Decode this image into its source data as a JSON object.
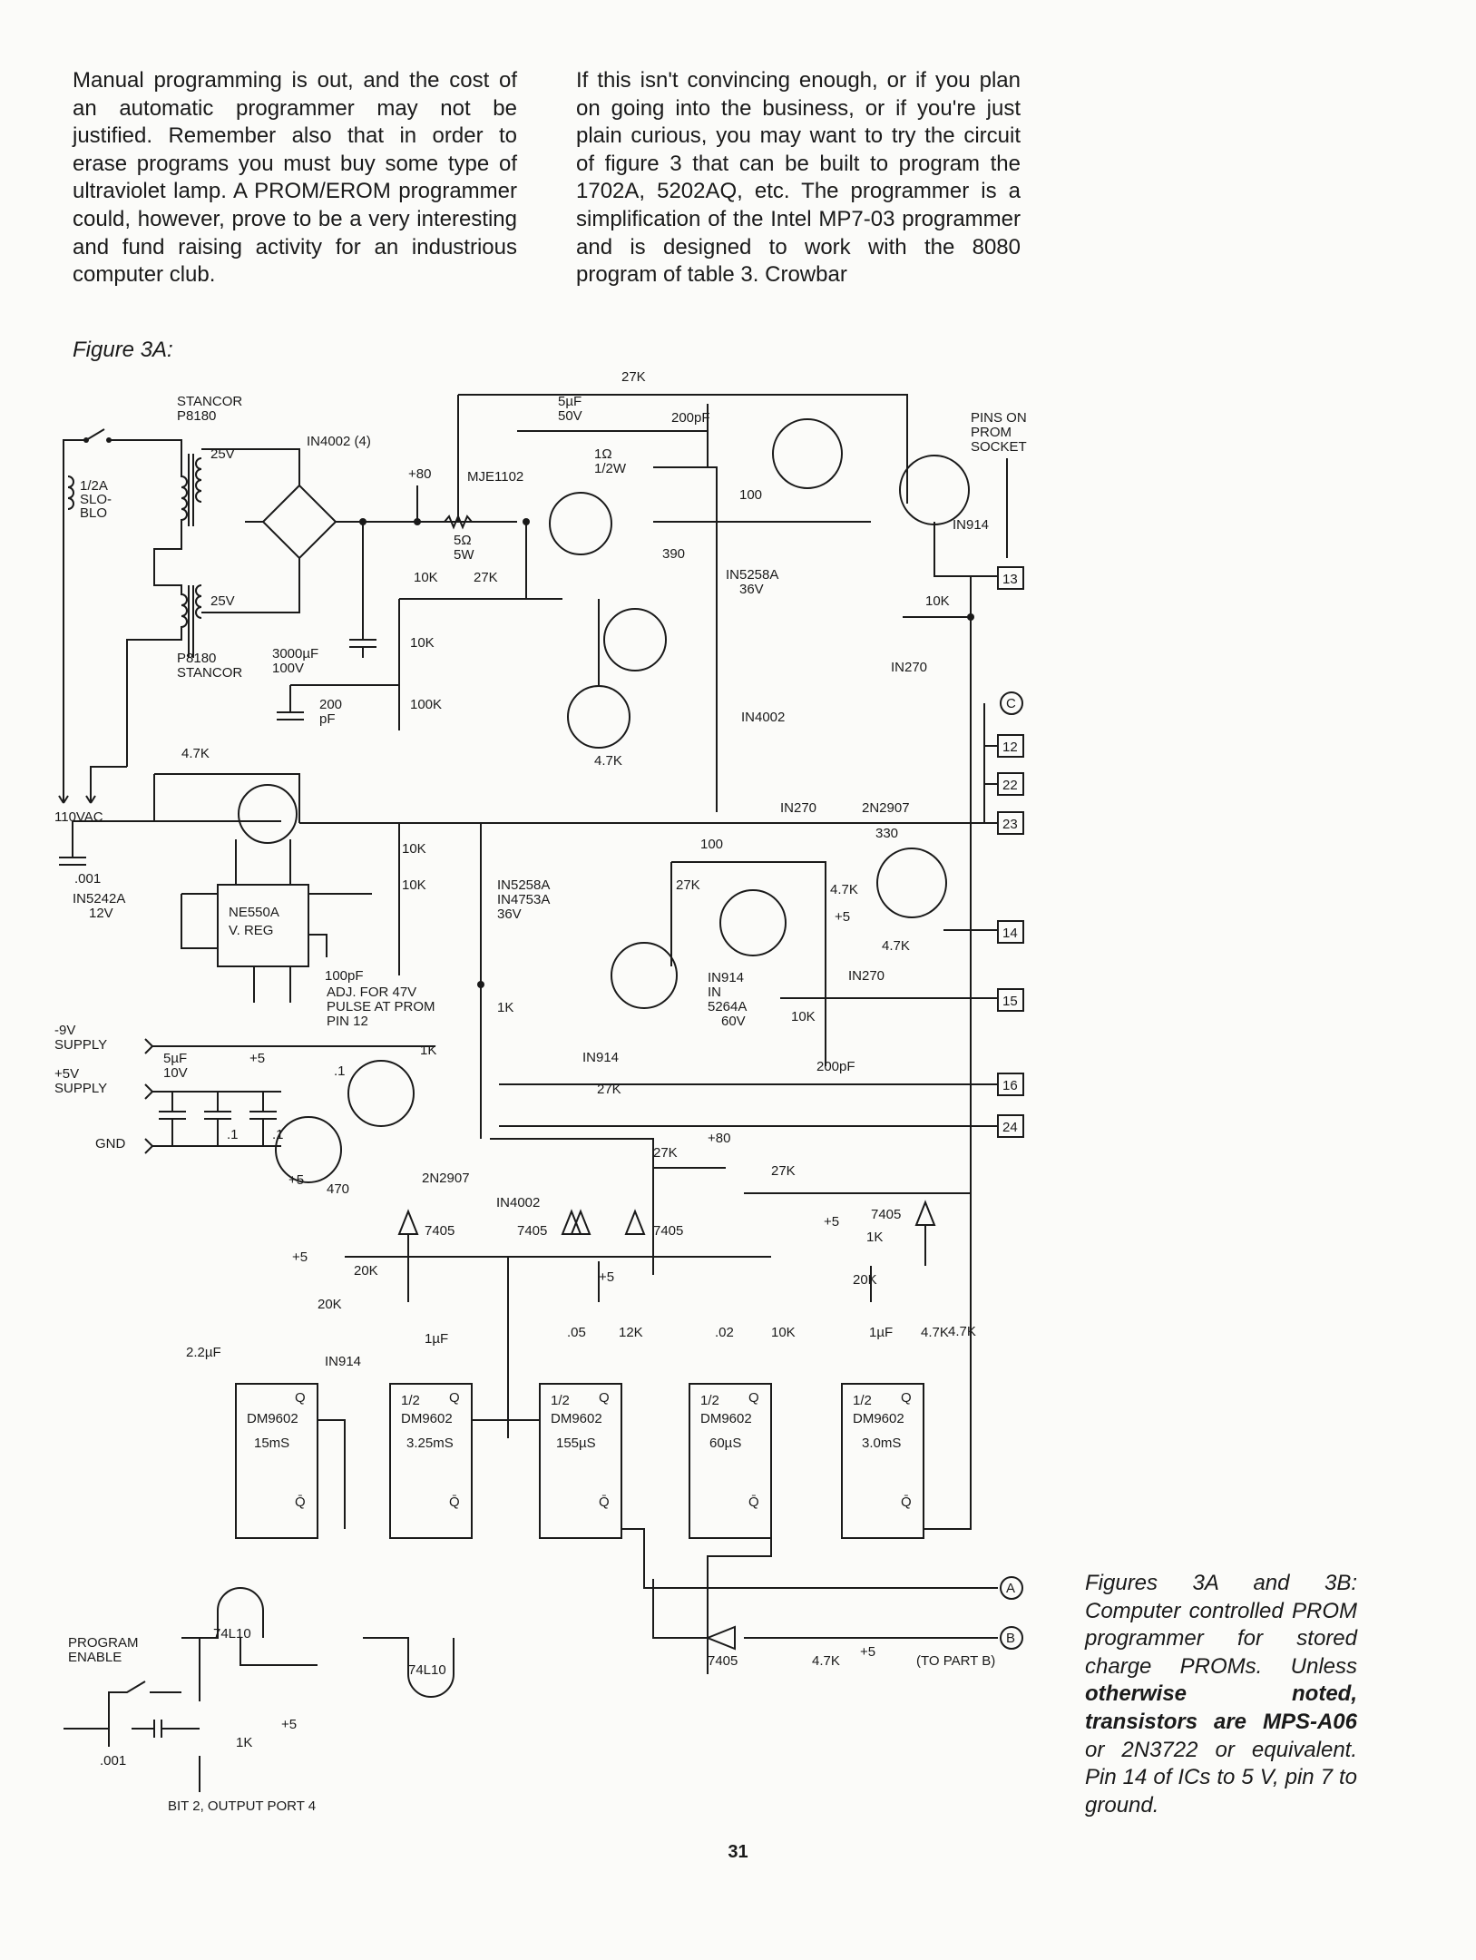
{
  "body_text": {
    "left_column": "Manual programming is out, and the cost of an automatic programmer may not be justified. Remember also that in order to erase programs you must buy some type of ultraviolet lamp. A PROM/EROM programmer could, however, prove to be a very interesting and fund raising activity for an industrious computer club.",
    "right_column": "If this isn't convincing enough, or if you plan on going into the business, or if you're just plain curious, you may want to try the circuit of figure 3 that can be built to program the 1702A, 5202AQ, etc. The programmer is a simplification of the Intel MP7-03 programmer and is designed to work with the 8080 program of table 3. Crowbar"
  },
  "figure_label": "Figure 3A:",
  "caption": {
    "main": "Figures 3A and 3B: Computer controlled PROM programmer for stored charge PROMs. Unless",
    "emphasis": "otherwise noted, transistors are MPS-A06",
    "rest": "or 2N3722 or equivalent. Pin 14 of ICs to 5 V, pin 7 to ground."
  },
  "page_number": "31",
  "schematic": {
    "labels": {
      "stancor_top": "STANCOR",
      "p8180_top": "P8180",
      "fuse": "1/2A",
      "fuse2": "SLO-",
      "fuse3": "BLO",
      "vac": "110VAC",
      "sec1": "25V",
      "sec2": "25V",
      "p8180_bot": "P8180",
      "stancor_bot": "STANCOR",
      "bridge": "IN4002 (4)",
      "cap3000": "3000µF",
      "cap3000v": "100V",
      "plus80": "+80",
      "mje": "MJE1102",
      "r5": "5Ω",
      "r5w": "5W",
      "r10k_a": "10K",
      "r27k_a": "27K",
      "r10k_b": "10K",
      "c200": "200",
      "c200pf": "pF",
      "r100k": "100K",
      "cap5": "5µF",
      "cap5v": "50V",
      "c200pf_top": "200pF",
      "r27k_top": "27K",
      "r1ohm": "1Ω",
      "r1ohm_w": "1/2W",
      "r100": "100",
      "r390": "390",
      "zener36": "IN5258A",
      "zener36v": "36V",
      "pins_on": "PINS ON",
      "prom": "PROM",
      "socket": "SOCKET",
      "in914_a": "IN914",
      "r10k_c": "10K",
      "in270_a": "IN270",
      "pin13": "13",
      "pinC": "C",
      "pin12": "12",
      "pin22": "22",
      "pin23": "23",
      "in4002_a": "IN4002",
      "r47k_a": "4.7K",
      "r47k_b": "4.7K",
      "c001": ".001",
      "z12": "IN5242A",
      "z12v": "12V",
      "ne550": "NE550A",
      "vreg": "V. REG",
      "r10k_d": "10K",
      "r10k_e": "10K",
      "c100pf": "100pF",
      "adj1": "ADJ. FOR 47V",
      "adj2": "PULSE AT PROM",
      "adj3": "PIN 12",
      "z4753": "IN5258A",
      "z4753b": "IN4753A",
      "z4753v": "36V",
      "in270_b": "IN270",
      "q2n2907_a": "2N2907",
      "r330": "330",
      "r100_b": "100",
      "r27k_b": "27K",
      "r47k_c": "4.7K",
      "plus5_a": "+5",
      "r47k_d": "4.7K",
      "pin14": "14",
      "in270_c": "IN270",
      "in914_b": "IN914",
      "z5264": "IN",
      "z5264b": "5264A",
      "z5264v": "60V",
      "r10k_f": "10K",
      "pin15": "15",
      "c200pf_b": "200pF",
      "sup9": "-9V",
      "sup9b": "SUPPLY",
      "sup5": "+5V",
      "sup5b": "SUPPLY",
      "gnd": "GND",
      "c5u": "5µF",
      "c5uv": "10V",
      "plus5_b": "+5",
      "c01a": ".1",
      "c01b": ".1",
      "c01c": ".1",
      "r1k_a": "1K",
      "r1k_b": "1K",
      "in914_c": "IN914",
      "r27k_c": "27K",
      "pin16": "16",
      "pin24": "24",
      "plus5_c": "+5",
      "r470": "470",
      "q2n2907_b": "2N2907",
      "in4002_b": "IN4002",
      "plus80_b": "+80",
      "r27k_d": "27K",
      "r27k_e": "27K",
      "g7405_a": "7405",
      "g7405_b": "7405",
      "g7405_c": "7405",
      "g7405_d": "7405",
      "plus5_d": "+5",
      "r1k_c": "1K",
      "r20k_a": "20K",
      "r20k_b": "20K",
      "plus5_e": "+5",
      "plus5_f": "+5",
      "r20k_c": "20K",
      "r47k_e": "4.7K",
      "c22": "2.2µF",
      "in914_d": "IN914",
      "c1u_a": "1µF",
      "c05": ".05",
      "r12k": "12K",
      "c02": ".02",
      "r10k_g": "10K",
      "c1u_b": "1µF",
      "r47k_f": "4.7K",
      "dm1": "DM9602",
      "dm1t": "15mS",
      "dm2h": "1/2",
      "dm2": "DM9602",
      "dm2t": "3.25mS",
      "dm3h": "1/2",
      "dm3": "DM9602",
      "dm3t": "155µS",
      "dm4h": "1/2",
      "dm4": "DM9602",
      "dm4t": "60µS",
      "dm5h": "1/2",
      "dm5": "DM9602",
      "dm5t": "3.0mS",
      "q": "Q",
      "qbar": "Q̄",
      "prog1": "PROGRAM",
      "prog2": "ENABLE",
      "g74l10_a": "74L10",
      "g74l10_b": "74L10",
      "c001_b": ".001",
      "r1k_d": "1K",
      "plus5_g": "+5",
      "bit2": "BIT 2, OUTPUT PORT 4",
      "g7405_e": "7405",
      "r47k_g": "4.7K",
      "plus5_h": "+5",
      "to_b": "(TO PART B)",
      "pinA": "A",
      "pinB": "B"
    }
  }
}
